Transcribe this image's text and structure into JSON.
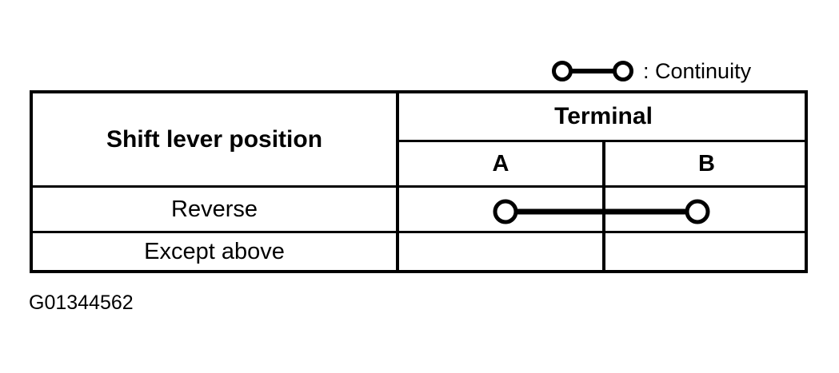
{
  "figure": {
    "caption_id": "G01344562",
    "ink_color": "#000000",
    "background_color": "#ffffff"
  },
  "legend": {
    "symbol_name": "continuity-symbol",
    "label": ": Continuity"
  },
  "table": {
    "row_header_column": {
      "header": "Shift lever position"
    },
    "group_header": "Terminal",
    "terminal_columns": [
      "A",
      "B"
    ],
    "rows": [
      {
        "position": "Reverse",
        "continuity": true,
        "terminals_connected": [
          "A",
          "B"
        ]
      },
      {
        "position": "Except above",
        "continuity": false,
        "terminals_connected": []
      }
    ]
  }
}
